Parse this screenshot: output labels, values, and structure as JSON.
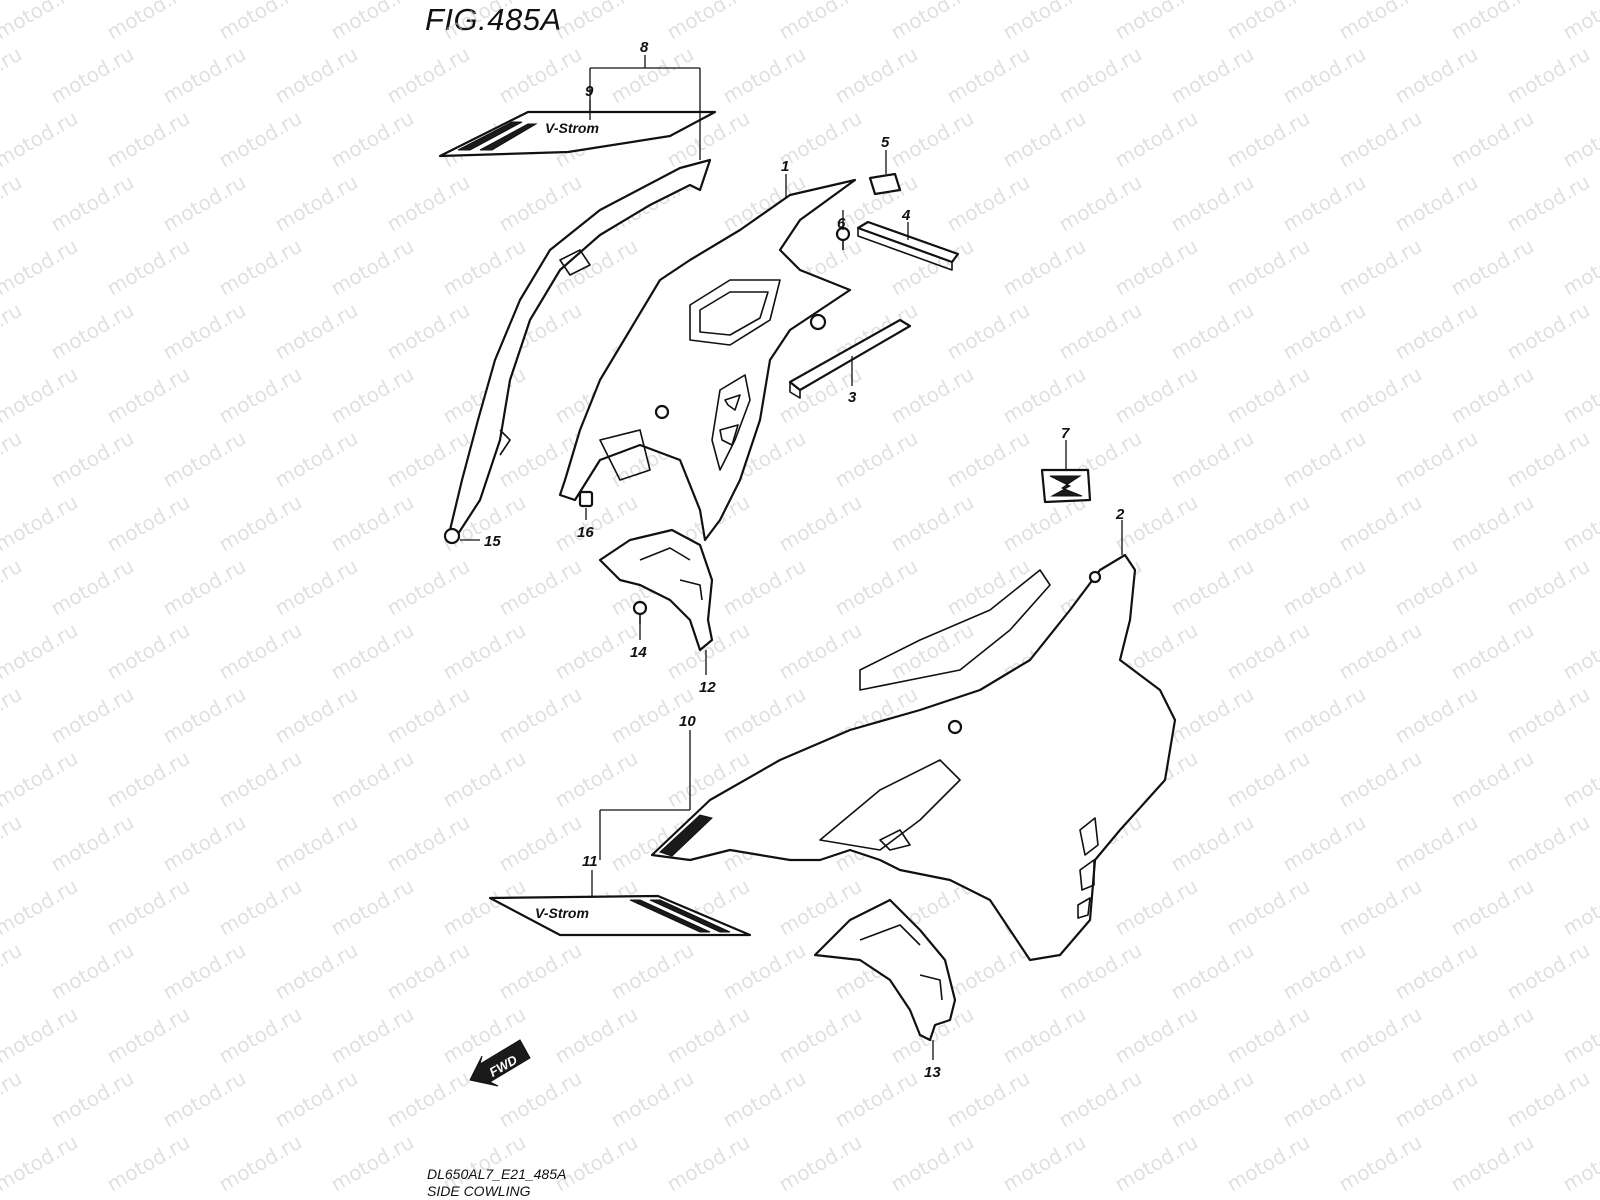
{
  "figure": {
    "title": "FIG.485A",
    "code": "DL650AL7_E21_485A",
    "name": "SIDE COWLING"
  },
  "watermark": "motod.ru",
  "fwd_label": "FWD",
  "decal_text": "V-Strom",
  "callouts": [
    "1",
    "2",
    "3",
    "4",
    "5",
    "6",
    "7",
    "8",
    "9",
    "10",
    "11",
    "12",
    "13",
    "14",
    "15",
    "16"
  ]
}
